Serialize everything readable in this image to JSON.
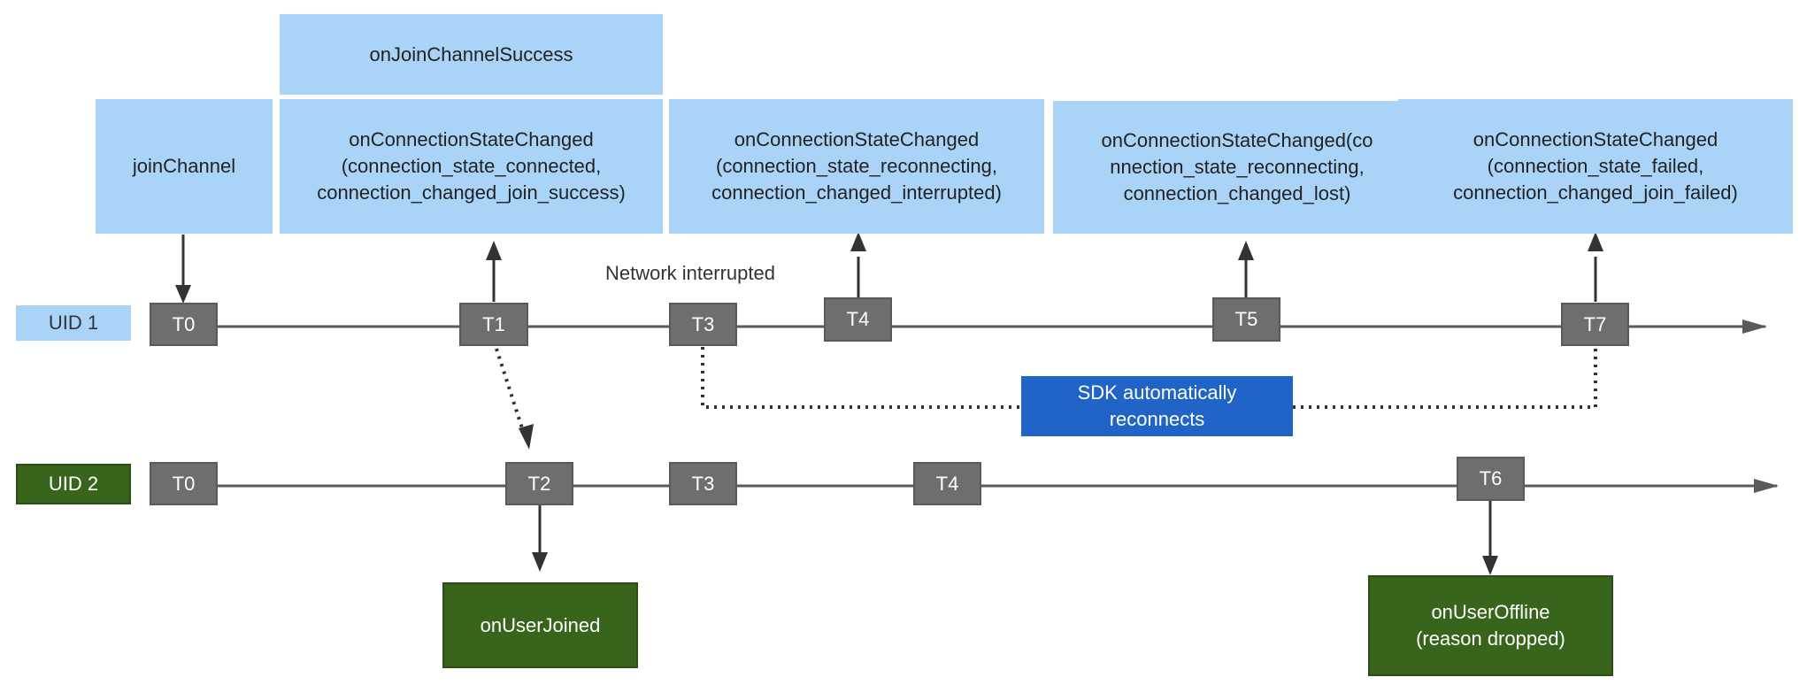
{
  "uid1": {
    "label": "UID 1",
    "ticks": [
      "T0",
      "T1",
      "T3",
      "T4",
      "T5",
      "T7"
    ]
  },
  "uid2": {
    "label": "UID 2",
    "ticks": [
      "T0",
      "T2",
      "T3",
      "T4",
      "T6"
    ]
  },
  "callbacks": {
    "join_channel": "joinChannel",
    "join_success": "onJoinChannelSuccess",
    "state_connected": [
      "onConnectionStateChanged",
      "(connection_state_connected,",
      "connection_changed_join_success)"
    ],
    "state_interrupted": [
      "onConnectionStateChanged",
      "(connection_state_reconnecting,",
      "connection_changed_interrupted)"
    ],
    "state_lost": [
      "onConnectionStateChanged(co",
      "nnection_state_reconnecting,",
      "connection_changed_lost)"
    ],
    "state_failed": [
      "onConnectionStateChanged",
      "(connection_state_failed,",
      "connection_changed_join_failed)"
    ],
    "user_joined": "onUserJoined",
    "user_offline": [
      "onUserOffline",
      "(reason dropped)"
    ]
  },
  "network_interrupted": "Network interrupted",
  "sdk_reconnects": [
    "SDK automatically",
    "reconnects"
  ],
  "colors": {
    "light_blue": "#a9d4f7",
    "tick_gray": "#6e6e6e",
    "dark_green": "#38651b",
    "sdk_blue": "#1f64c6",
    "line": "#5a5a5a"
  }
}
